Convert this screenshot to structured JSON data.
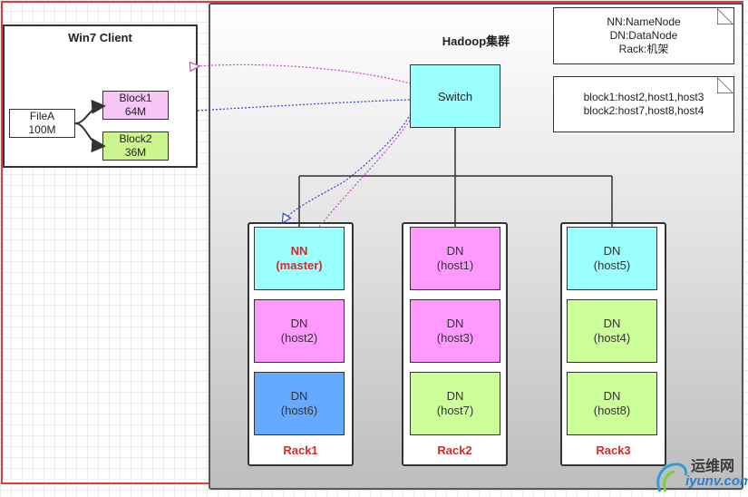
{
  "cluster": {
    "title": "Hadoop集群"
  },
  "client": {
    "title": "Win7 Client",
    "file": {
      "name": "FileA",
      "size": "100M"
    },
    "blocks": [
      {
        "name": "Block1",
        "size": "64M",
        "color": "#f7c6f7"
      },
      {
        "name": "Block2",
        "size": "36M",
        "color": "#ccf58f"
      }
    ]
  },
  "switch": {
    "label": "Switch",
    "color": "#99ffff"
  },
  "legend": {
    "line1": "NN:NameNode",
    "line2": "DN:DataNode",
    "line3": "Rack:机架"
  },
  "placement": {
    "line1": "block1:host2,host1,host3",
    "line2": "block2:host7,host8,host4"
  },
  "racks": [
    {
      "label": "Rack1",
      "nodes": [
        {
          "role": "NN",
          "host": "(master)",
          "color": "#99ffff",
          "master": true
        },
        {
          "role": "DN",
          "host": "(host2)",
          "color": "#ff99ff"
        },
        {
          "role": "DN",
          "host": "(host6)",
          "color": "#66aaff"
        }
      ]
    },
    {
      "label": "Rack2",
      "nodes": [
        {
          "role": "DN",
          "host": "(host1)",
          "color": "#ff99ff"
        },
        {
          "role": "DN",
          "host": "(host3)",
          "color": "#ff99ff"
        },
        {
          "role": "DN",
          "host": "(host7)",
          "color": "#ccff99"
        }
      ]
    },
    {
      "label": "Rack3",
      "nodes": [
        {
          "role": "DN",
          "host": "(host5)",
          "color": "#99ffff"
        },
        {
          "role": "DN",
          "host": "(host4)",
          "color": "#ccff99"
        },
        {
          "role": "DN",
          "host": "(host8)",
          "color": "#ccff99"
        }
      ]
    }
  ],
  "watermark": {
    "cn": "运维网",
    "en": "iyunv.com"
  },
  "colors": {
    "frame": "#e23b3b",
    "rack_label": "#d42a2a",
    "link_pink": "#cc44cc",
    "link_blue": "#3344cc"
  }
}
